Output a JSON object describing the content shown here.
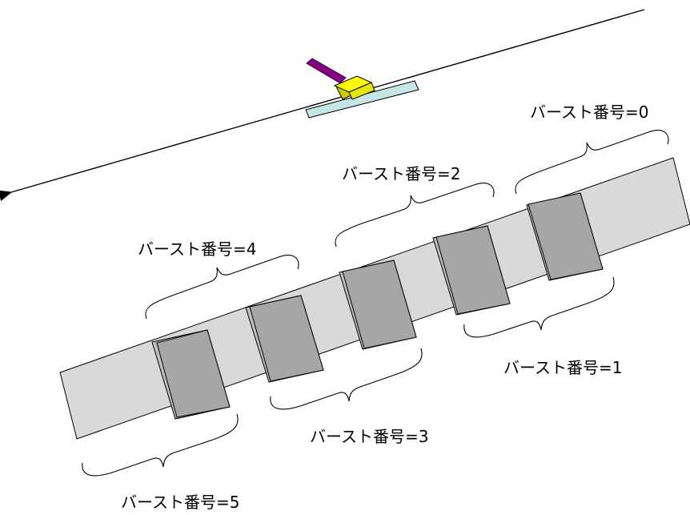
{
  "colors": {
    "swath": "#d9d9d9",
    "burst": "#a6a6a6",
    "outline": "#000000",
    "satellite_body": "#ffff00",
    "solar_panel": "#800080",
    "antenna": "#c6e6e6"
  },
  "bursts": [
    {
      "id": 0,
      "label": "バースト番号=0"
    },
    {
      "id": 1,
      "label": "バースト番号=1"
    },
    {
      "id": 2,
      "label": "バースト番号=2"
    },
    {
      "id": 3,
      "label": "バースト番号=3"
    },
    {
      "id": 4,
      "label": "バースト番号=4"
    },
    {
      "id": 5,
      "label": "バースト番号=5"
    }
  ],
  "icons": [
    "satellite-icon",
    "flight-direction-arrow"
  ]
}
